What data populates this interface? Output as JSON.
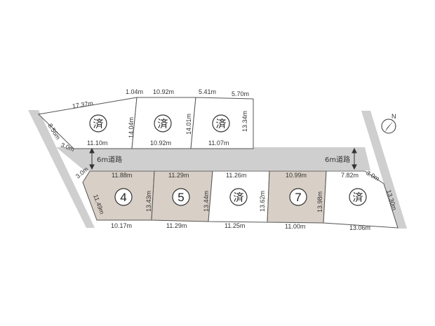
{
  "roads": {
    "label_left": "6m道路",
    "label_right": "6m道路"
  },
  "north_mark": "N",
  "lots": [
    {
      "label": "済",
      "sold": true
    },
    {
      "label": "済",
      "sold": true
    },
    {
      "label": "済",
      "sold": true
    },
    {
      "label": "4",
      "sold": false
    },
    {
      "label": "5",
      "sold": false
    },
    {
      "label": "済",
      "sold": true
    },
    {
      "label": "7",
      "sold": false
    },
    {
      "label": "済",
      "sold": true
    }
  ],
  "dimensions": {
    "top_1": "17.37m",
    "top_2": "1.04m",
    "top_3": "10.92m",
    "top_4": "5.41m",
    "top_5": "5.70m",
    "left_diag_1": "8.56m",
    "left_diag_2": "3.0m",
    "north_lot1_bottom": "11.10m",
    "north_lot1_right": "14.04m",
    "north_lot2_bottom": "10.92m",
    "north_lot2_right": "14.01m",
    "north_lot3_bottom": "11.07m",
    "north_lot3_right": "13.34m",
    "left_chamfer": "3.0m",
    "lot4_top": "11.88m",
    "lot4_left": "11.49m",
    "lot4_right": "13.43m",
    "lot4_bottom": "10.17m",
    "lot5_top": "11.29m",
    "lot5_right": "13.44m",
    "lot5_bottom": "11.29m",
    "lot6_top": "11.26m",
    "lot6_right": "13.62m",
    "lot6_bottom": "11.25m",
    "lot7_top": "10.99m",
    "lot7_right": "13.98m",
    "lot7_bottom": "11.00m",
    "lot8_top": "7.82m",
    "lot8_chamfer": "3.0m",
    "lot8_right": "13.30m",
    "lot8_bottom": "13.06m"
  }
}
